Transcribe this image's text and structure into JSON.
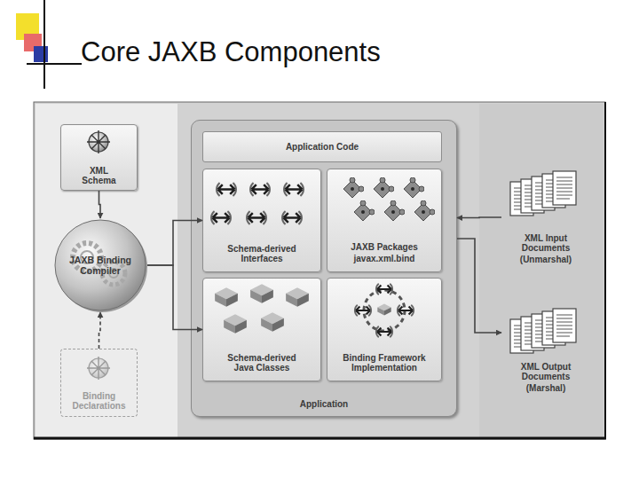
{
  "diagram": {
    "title": "Core JAXB Components",
    "nodes": [
      {
        "text": [
          "XML Schema"
        ]
      },
      {
        "text": [
          "JAXB Binding Compiler"
        ]
      },
      {
        "text": [
          "Binding Declarations"
        ]
      },
      {
        "text": [
          "Application"
        ]
      },
      {
        "text": [
          "Application Code"
        ],
        "in": 3
      },
      {
        "text": [
          "Schema-derived Interfaces"
        ],
        "in": 3
      },
      {
        "text": [
          "JAXB Packages",
          "javax.xml.bind"
        ],
        "in": 3
      },
      {
        "text": [
          "Schema-derived Java Classes"
        ],
        "in": 3
      },
      {
        "text": [
          "Binding Framework Implementation"
        ],
        "in": 3
      },
      {
        "text": [
          "XML Input Documents",
          "(Unmarshal)"
        ]
      },
      {
        "text": [
          "XML Output Documents",
          "(Marshal)"
        ]
      }
    ],
    "edges": [
      {
        "from": 0,
        "to": 1,
        "arrow": "to"
      },
      {
        "from": 2,
        "to": 1,
        "arrow": "to"
      },
      {
        "from": 1,
        "to": 5,
        "arrow": "to"
      },
      {
        "from": 1,
        "to": 7,
        "arrow": "to"
      },
      {
        "from": 9,
        "to": 3,
        "arrow": "to"
      },
      {
        "from": 3,
        "to": 10,
        "arrow": "to"
      }
    ]
  }
}
